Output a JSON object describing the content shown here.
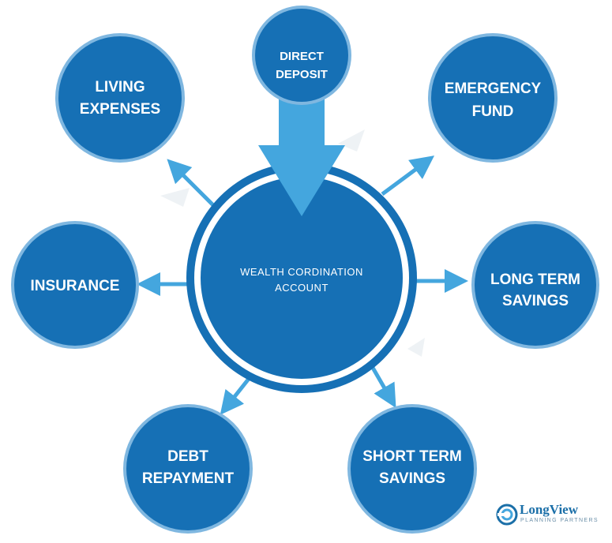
{
  "diagram": {
    "center": {
      "lines": [
        "WEALTH CORDINATION",
        "ACCOUNT"
      ]
    },
    "inflow": {
      "lines": [
        "DIRECT",
        "DEPOSIT"
      ]
    },
    "outflows": [
      {
        "id": "living-expenses",
        "lines": [
          "LIVING",
          "EXPENSES"
        ]
      },
      {
        "id": "emergency-fund",
        "lines": [
          "EMERGENCY",
          "FUND"
        ]
      },
      {
        "id": "insurance",
        "lines": [
          "INSURANCE"
        ]
      },
      {
        "id": "long-term-savings",
        "lines": [
          "LONG TERM",
          "SAVINGS"
        ]
      },
      {
        "id": "debt-repayment",
        "lines": [
          "DEBT",
          "REPAYMENT"
        ]
      },
      {
        "id": "short-term-savings",
        "lines": [
          "SHORT TERM",
          "SAVINGS"
        ]
      }
    ],
    "colors": {
      "node_fill": "#1670b5",
      "node_ring": "#7fb7e0",
      "arrow": "#44a6de",
      "center_fill": "#1670b5",
      "center_ring": "#1670b5"
    }
  },
  "logo": {
    "name": "LongView",
    "tagline": "PLANNING PARTNERS"
  }
}
